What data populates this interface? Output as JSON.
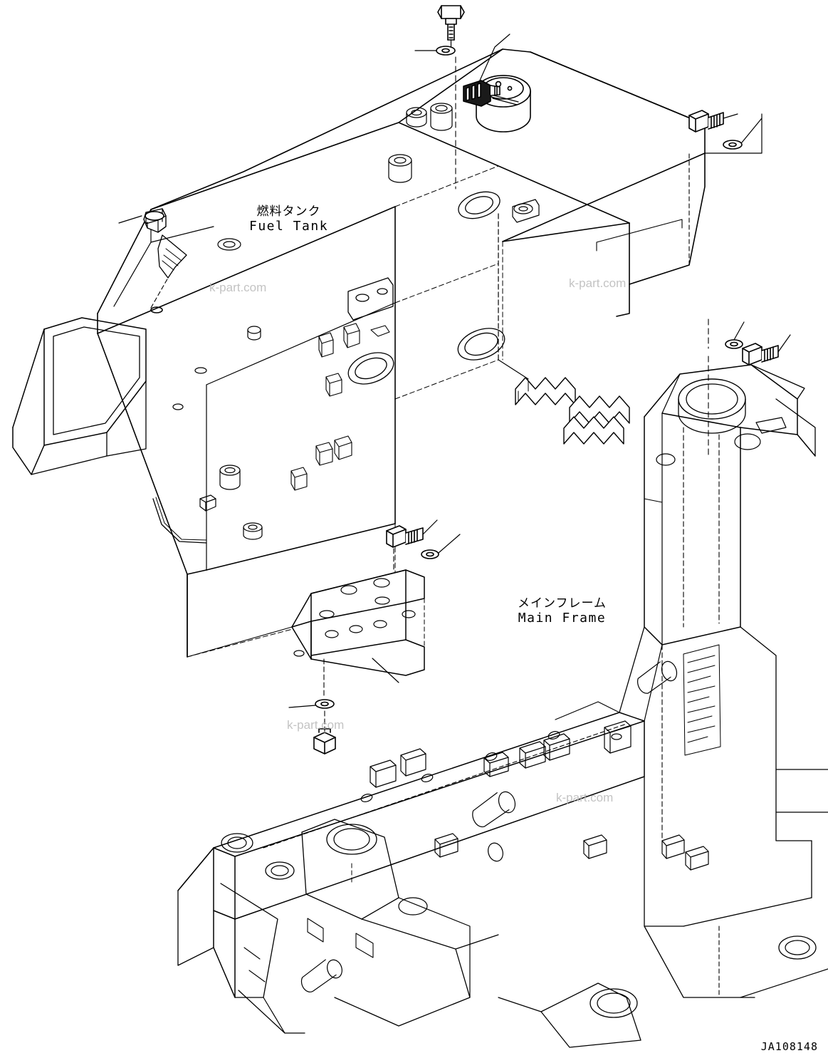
{
  "drawing": {
    "number": "JA108148",
    "title_jp": "燃料タンク",
    "title_en": "Fuel Tank",
    "frame_label_jp": "メインフレーム",
    "frame_label_en": "Main Frame",
    "watermark": "k-part.com",
    "line_color": "#000000",
    "background": "#ffffff"
  },
  "parts": {
    "fuel_tank": "fuel-tank-assembly",
    "main_frame": "main-frame-assembly",
    "mounting_bracket": "mounting-bracket",
    "shims": [
      "shim-plate-1",
      "shim-plate-2",
      "shim-plate-3"
    ],
    "fasteners": [
      "bolt-top",
      "washer-top",
      "bolt-right-upper",
      "washer-right-upper",
      "bolt-right-lower",
      "washer-right-lower",
      "bolt-bracket",
      "washer-bracket",
      "washer-bracket-lower",
      "nut-bracket-lower"
    ],
    "sender_unit": "fuel-level-sender",
    "filler_cap": "fuel-filler-cap"
  }
}
